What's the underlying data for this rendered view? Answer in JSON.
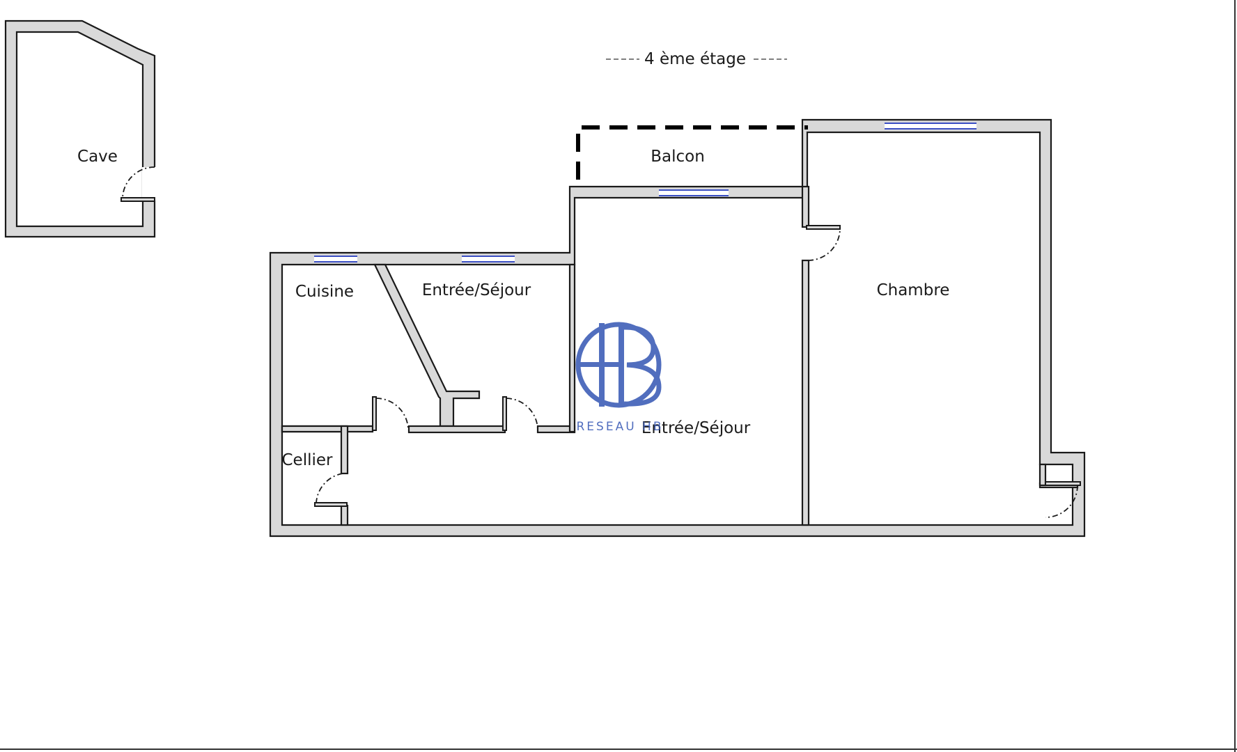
{
  "floor": {
    "label": "4 ème étage"
  },
  "rooms": {
    "cave": "Cave",
    "balcon": "Balcon",
    "cuisine": "Cuisine",
    "entree_sejour_small": "Entrée/Séjour",
    "entree_sejour_main": "Entrée/Séjour",
    "chambre": "Chambre",
    "cellier": "Cellier"
  },
  "watermark": {
    "text": "RESEAU HB"
  },
  "colors": {
    "wall_fill": "#d9d9d9",
    "wall_stroke": "#1a1a1a",
    "window": "#3b4fc4",
    "logo": "#3f5fb8"
  }
}
